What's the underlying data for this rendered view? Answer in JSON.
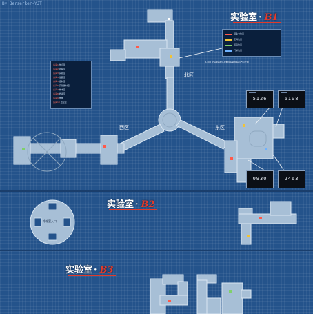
{
  "credit": "By Berserker-YJT",
  "sections": [
    {
      "name": "实验室",
      "separator": "·",
      "level": "B1"
    },
    {
      "name": "实验室",
      "separator": "·",
      "level": "B2"
    },
    {
      "name": "实验室",
      "separator": "·",
      "level": "B3"
    }
  ],
  "zones": {
    "north": "北区",
    "west": "西区",
    "east": "东区"
  },
  "code_panels": [
    "5126",
    "6108",
    "0930",
    "2463"
  ],
  "room_labels": {
    "b2_round_room": "冷冻室入口"
  },
  "room_legend": [
    {
      "num": "房间1",
      "name": "休息区"
    },
    {
      "num": "房间2",
      "name": "观察室"
    },
    {
      "num": "房间3",
      "name": "实验室"
    },
    {
      "num": "房间4",
      "name": "储藏室"
    },
    {
      "num": "房间5",
      "name": "控制室"
    },
    {
      "num": "房间6",
      "name": "实验器材室"
    },
    {
      "num": "房间7",
      "name": "样本室"
    },
    {
      "num": "房间8",
      "name": "档案室"
    },
    {
      "num": "房间9",
      "name": "电梯"
    },
    {
      "num": "房间10",
      "name": "监控室"
    }
  ],
  "key_legend": [
    {
      "name": "钥匙卡位置",
      "color": "#ff5a4a"
    },
    {
      "name": "密码位置",
      "color": "#f2c335"
    },
    {
      "name": "道具位置",
      "color": "#7fd06b"
    },
    {
      "name": "门禁位置",
      "color": "#6fb2ff"
    }
  ],
  "note": "B-408 密码锁需要从控制室获取密码后方可开启"
}
